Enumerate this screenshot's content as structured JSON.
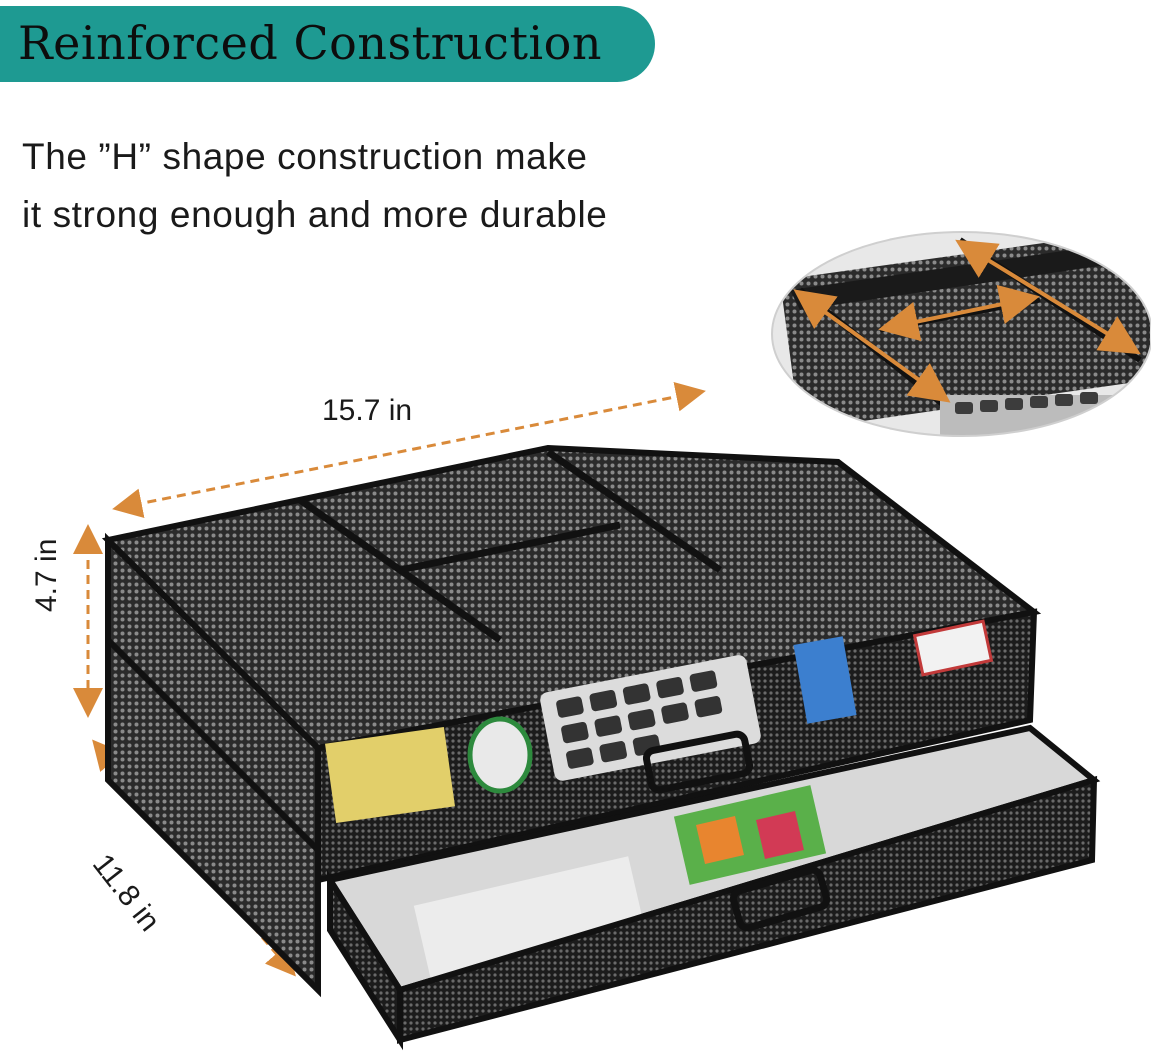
{
  "banner": {
    "title": "Reinforced Construction",
    "color": "#1e9a92"
  },
  "description": {
    "line1": "The ”H” shape construction make",
    "line2": "it strong enough and more durable"
  },
  "dimensions": {
    "width": "15.7 in",
    "height": "4.7 in",
    "depth": "11.8 in",
    "arrow_color": "#d98a3a"
  },
  "product": {
    "frame_color": "#1c1c1c",
    "mesh_color": "#3a3a3a"
  }
}
